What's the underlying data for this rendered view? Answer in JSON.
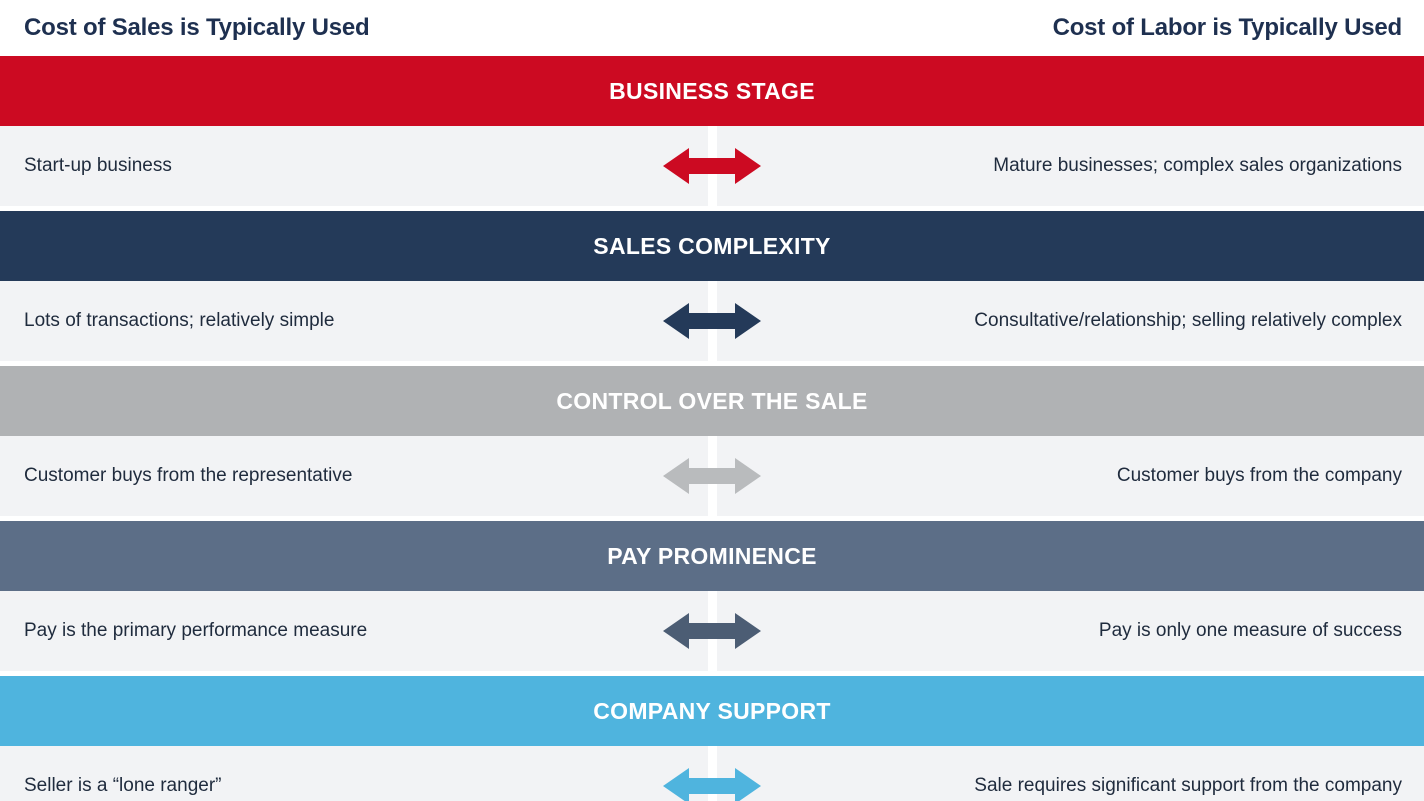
{
  "header": {
    "left_title": "Cost of Sales is Typically Used",
    "right_title": "Cost of Labor is Typically Used",
    "title_color": "#1e3050"
  },
  "colors": {
    "business_stage": "#cc0a22",
    "sales_complexity": "#243a59",
    "control_over_the_sale": "#b0b2b4",
    "pay_prominence": "#5c6e87",
    "company_support": "#4fb4de",
    "row_background": "#f2f3f5",
    "row_text": "#1f2b3d",
    "band_text": "#ffffff",
    "divider": "#ffffff"
  },
  "rows": [
    {
      "band_label": "BUSINESS STAGE",
      "band_color": "#cc0a22",
      "arrow_color": "#cc0a22",
      "arrow_icon": "double-arrow-icon",
      "left_value": "Start-up business",
      "right_value": "Mature businesses; complex sales organizations"
    },
    {
      "band_label": "SALES COMPLEXITY",
      "band_color": "#243a59",
      "arrow_color": "#243a59",
      "arrow_icon": "double-arrow-icon",
      "left_value": "Lots of transactions; relatively simple",
      "right_value": "Consultative/relationship; selling relatively complex"
    },
    {
      "band_label": "CONTROL OVER THE SALE",
      "band_color": "#b0b2b4",
      "arrow_color": "#b9bbbd",
      "arrow_icon": "double-arrow-icon",
      "left_value": "Customer buys from the representative",
      "right_value": "Customer buys from the company"
    },
    {
      "band_label": "PAY PROMINENCE",
      "band_color": "#5c6e87",
      "arrow_color": "#4c5d74",
      "arrow_icon": "double-arrow-icon",
      "left_value": "Pay is the primary performance measure",
      "right_value": "Pay is only one measure of success"
    },
    {
      "band_label": "COMPANY SUPPORT",
      "band_color": "#4fb4de",
      "arrow_color": "#4fb4de",
      "arrow_icon": "double-arrow-icon",
      "left_value": "Seller is a “lone ranger”",
      "right_value": "Sale requires significant support from the company"
    }
  ]
}
